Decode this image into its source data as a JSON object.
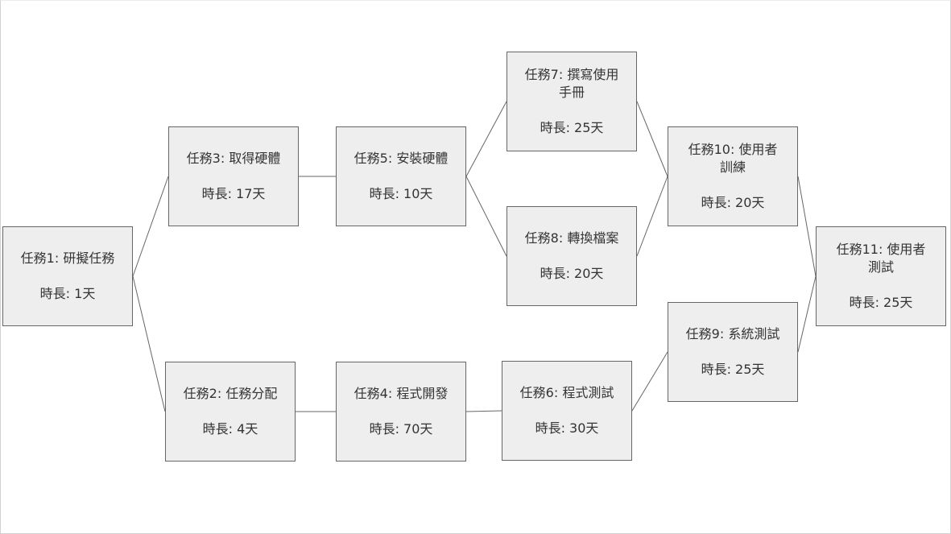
{
  "tasks": [
    {
      "title": "任務1: 研擬任務",
      "duration": "時長: 1天"
    },
    {
      "title": "任務2: 任務分配",
      "duration": "時長: 4天"
    },
    {
      "title": "任務3: 取得硬體",
      "duration": "時長: 17天"
    },
    {
      "title": "任務4: 程式開發",
      "duration": "時長: 70天"
    },
    {
      "title": "任務5: 安裝硬體",
      "duration": "時長: 10天"
    },
    {
      "title": "任務6: 程式測試",
      "duration": "時長: 30天"
    },
    {
      "title": "任務7: 撰寫使用\n手冊",
      "duration": "時長: 25天"
    },
    {
      "title": "任務8: 轉換檔案",
      "duration": "時長: 20天"
    },
    {
      "title": "任務9: 系統測試",
      "duration": "時長: 25天"
    },
    {
      "title": "任務10: 使用者\n訓練",
      "duration": "時長: 20天"
    },
    {
      "title": "任務11: 使用者\n測試",
      "duration": "時長: 25天"
    }
  ],
  "edges": [
    [
      0,
      2
    ],
    [
      0,
      1
    ],
    [
      2,
      4
    ],
    [
      1,
      3
    ],
    [
      4,
      6
    ],
    [
      4,
      7
    ],
    [
      3,
      5
    ],
    [
      6,
      9
    ],
    [
      7,
      9
    ],
    [
      5,
      8
    ],
    [
      9,
      10
    ],
    [
      8,
      10
    ]
  ],
  "colors": {
    "box_fill": "#eeeeee",
    "box_border": "#666666",
    "line": "#666666",
    "text": "#333333"
  }
}
